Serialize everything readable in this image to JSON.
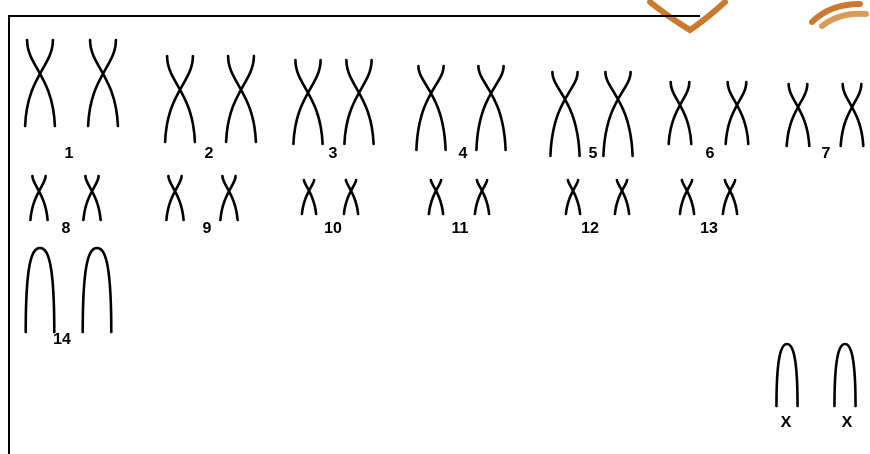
{
  "pairs": [
    {
      "label": "1",
      "type": "metacentric",
      "size": "xl"
    },
    {
      "label": "2",
      "type": "metacentric",
      "size": "xl"
    },
    {
      "label": "3",
      "type": "metacentric",
      "size": "lg"
    },
    {
      "label": "4",
      "type": "submetacentric",
      "size": "lg"
    },
    {
      "label": "5",
      "type": "submetacentric",
      "size": "lg"
    },
    {
      "label": "6",
      "type": "metacentric",
      "size": "md"
    },
    {
      "label": "7",
      "type": "metacentric",
      "size": "md"
    },
    {
      "label": "8",
      "type": "metacentric",
      "size": "sm"
    },
    {
      "label": "9",
      "type": "metacentric",
      "size": "sm"
    },
    {
      "label": "10",
      "type": "metacentric",
      "size": "xs"
    },
    {
      "label": "11",
      "type": "metacentric",
      "size": "xs"
    },
    {
      "label": "12",
      "type": "metacentric",
      "size": "xs"
    },
    {
      "label": "13",
      "type": "metacentric",
      "size": "xs"
    },
    {
      "label": "14",
      "type": "acrocentric",
      "size": "lg"
    },
    {
      "label": "X",
      "type": "acrocentric",
      "size": "md"
    }
  ],
  "colors": {
    "line": "#000000",
    "watermark": "#c97a2e"
  }
}
